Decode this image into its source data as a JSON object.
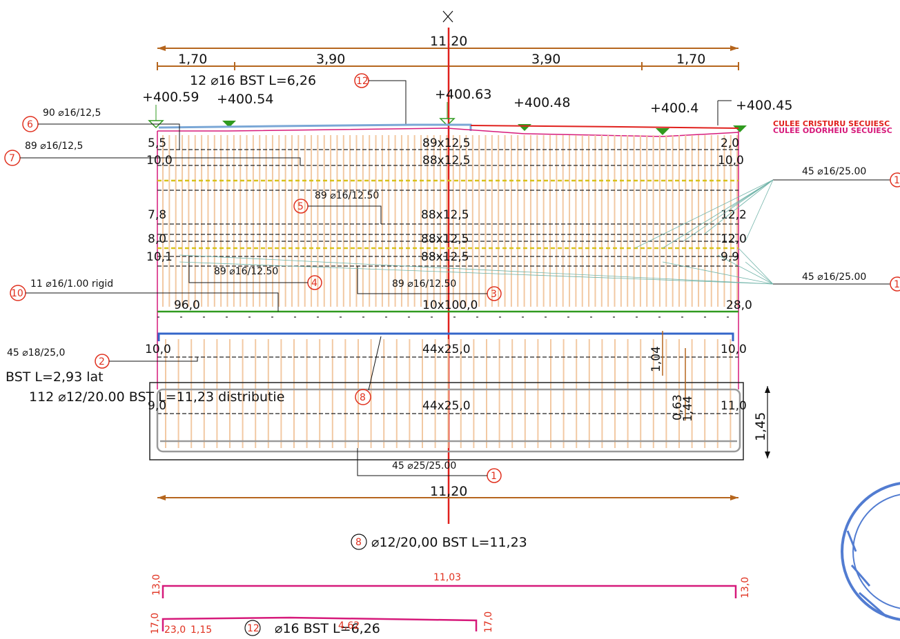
{
  "title_text": "",
  "dims_top": {
    "total": "11,20",
    "segments": [
      "1,70",
      "3,90",
      "3,90",
      "1,70"
    ]
  },
  "callouts": {
    "top_bar": "12 ⌀16  BST L=6,26",
    "top_bar_mark": "12",
    "pos6": "90 ⌀16/12,5",
    "pos6_mark": "6",
    "pos7": "89 ⌀16/12,5",
    "pos7_mark": "7",
    "pos10": "11 ⌀16/1.00 rigid",
    "pos10_mark": "10",
    "pos2a": "45 ⌀18/25,0",
    "pos2b": "BST L=2,93  lat",
    "pos2_mark": "2",
    "pos8a": "112 ⌀12/20.00 BST L=11,23  distributie",
    "pos8_mark": "8",
    "pos5": "89 ⌀16/12.50",
    "pos5_mark": "5",
    "pos4": "89 ⌀16/12.50",
    "pos4_mark": "4",
    "pos3": "89 ⌀16/12.50",
    "pos3_mark": "3",
    "pos1": "45 ⌀25/25.00",
    "pos1_mark": "1",
    "right_top": "45 ⌀16/25.00",
    "right_bottom": "45 ⌀16/25.00",
    "right_mark": "1"
  },
  "elevations": [
    "+400.59",
    "+400.54",
    "+400.63",
    "+400.48",
    "+400.4",
    "+400.45"
  ],
  "culee": {
    "line1": "CULEE CRISTURU SECUIESC",
    "line2": "CULEE ODORHEIU SECUIESC"
  },
  "spacing_rows": [
    {
      "left": "5,5",
      "mid": "89x12,5",
      "right": "2,0"
    },
    {
      "left": "10,0",
      "mid": "88x12,5",
      "right": "10,0"
    },
    {
      "left": "7,8",
      "mid": "88x12,5",
      "right": "12,2"
    },
    {
      "left": "8,0",
      "mid": "88x12,5",
      "right": "12,0"
    },
    {
      "left": "10,1",
      "mid": "88x12,5",
      "right": "9,9"
    },
    {
      "left": "96,0",
      "mid": "10x100,0",
      "right": "28,0"
    },
    {
      "left": "10,0",
      "mid": "44x25,0",
      "right": "10,0"
    },
    {
      "left": "9,0",
      "mid": "44x25,0",
      "right": "11,0"
    }
  ],
  "vertical_dims": {
    "height": "1,45",
    "d1": "1,04",
    "d2": "0,63",
    "d3": "1,44"
  },
  "dim_bottom": "11,20",
  "bar_detail_title_mark": "8",
  "bar_detail_title": "⌀12/20,00  BST L=11,23",
  "bar_8": {
    "length": "11,03",
    "hook_left": "13,0",
    "hook_right": "13,0"
  },
  "bar_12": {
    "hook_left": "17,0",
    "seg_a": "23,0",
    "seg_b": "1,15",
    "mark": "12",
    "label": "⌀16  BST L=6,26",
    "overlap": "4,62",
    "hook_right": "17,0"
  },
  "colors": {
    "dimension": "#b5651d",
    "axis": "#e0201c",
    "top_bar": "#7aa7d6",
    "slab_outline": "#d6197a",
    "green": "#2f9a1f",
    "yellow": "#d8c21a",
    "stirrup": "#f2c9a3",
    "stamp": "#3466c9"
  }
}
